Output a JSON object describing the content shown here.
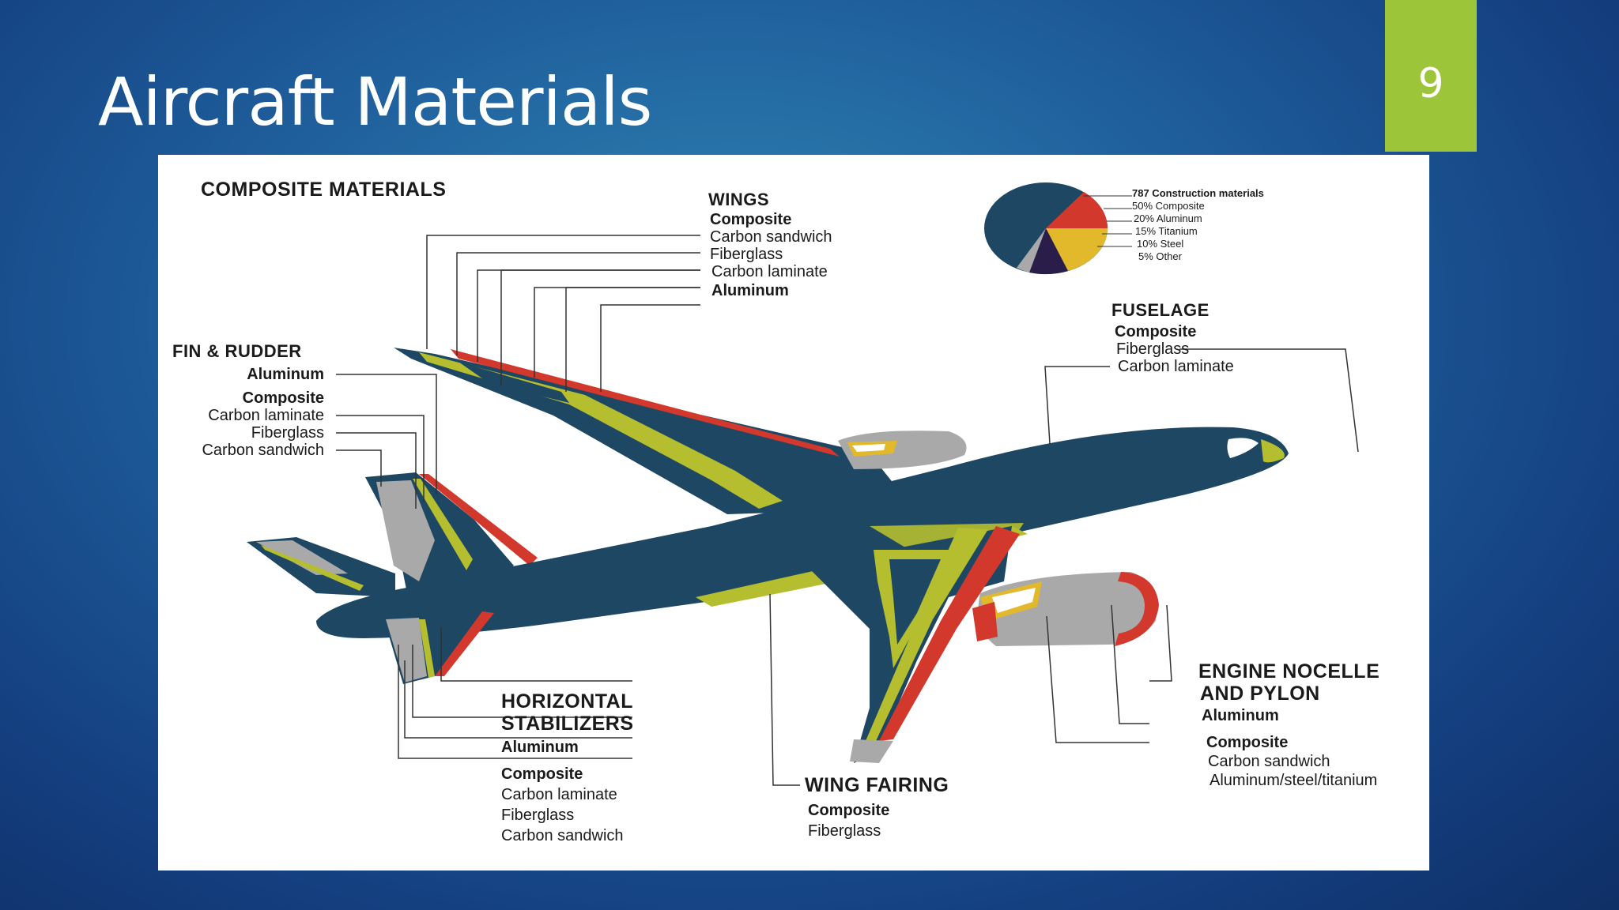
{
  "slide": {
    "title": "Aircraft Materials",
    "page_number": "9",
    "accent_color": "#9dc53a"
  },
  "figure": {
    "heading": "COMPOSITE MATERIALS",
    "colors": {
      "fuselage": "#1d4763",
      "composite_fiberglass": "#b5be2f",
      "aluminum": "#d2382b",
      "carbon_laminate": "#a9a9a9",
      "titanium": "#e2b92b",
      "steel": "#2a1d4a"
    },
    "pie": {
      "title": "787 Construction materials",
      "items": [
        "50% Composite",
        "20% Aluminum",
        "15% Titanium",
        "10% Steel",
        "5% Other"
      ],
      "percents": [
        50,
        20,
        15,
        10,
        5
      ]
    },
    "wings": {
      "heading": "WINGS",
      "composite": "Composite",
      "carbon_sandwich": "Carbon sandwich",
      "fiberglass": "Fiberglass",
      "carbon_laminate": "Carbon laminate",
      "aluminum": "Aluminum"
    },
    "fin_rudder": {
      "heading": "FIN & RUDDER",
      "aluminum": "Aluminum",
      "composite": "Composite",
      "carbon_laminate": "Carbon laminate",
      "fiberglass": "Fiberglass",
      "carbon_sandwich": "Carbon sandwich"
    },
    "fuselage": {
      "heading": "FUSELAGE",
      "composite": "Composite",
      "fiberglass": "Fiberglass",
      "carbon_laminate": "Carbon laminate"
    },
    "horizontal_stabilizers": {
      "heading_line1": "HORIZONTAL",
      "heading_line2": "STABILIZERS",
      "aluminum": "Aluminum",
      "composite": "Composite",
      "carbon_laminate": "Carbon laminate",
      "fiberglass": "Fiberglass",
      "carbon_sandwich": "Carbon sandwich"
    },
    "wing_fairing": {
      "heading": "WING FAIRING",
      "composite": "Composite",
      "fiberglass": "Fiberglass"
    },
    "engine": {
      "heading_line1": "ENGINE NOCELLE",
      "heading_line2": "AND PYLON",
      "aluminum": "Aluminum",
      "composite": "Composite",
      "carbon_sandwich": "Carbon sandwich",
      "metals": "Aluminum/steel/titanium"
    }
  }
}
